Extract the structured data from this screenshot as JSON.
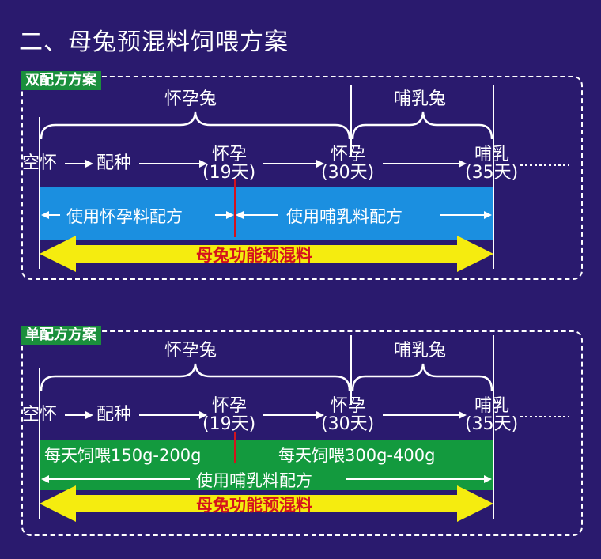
{
  "title": "二、母兔预混料饲喂方案",
  "panel1": {
    "tag": "双配方方案",
    "brace_pregnant": "怀孕兔",
    "brace_lactating": "哺乳兔",
    "stage_empty": "空怀",
    "stage_breeding": "配种",
    "stage_preg1": "怀孕",
    "stage_preg1_day": "(19天)",
    "stage_preg2": "怀孕",
    "stage_preg2_day": "(30天)",
    "stage_lact": "哺乳",
    "stage_lact_day": "(35天)",
    "use_preg": "使用怀孕料配方",
    "use_lact": "使用哺乳料配方",
    "premix": "母兔功能预混料"
  },
  "panel2": {
    "tag": "单配方方案",
    "brace_pregnant": "怀孕兔",
    "brace_lactating": "哺乳兔",
    "stage_empty": "空怀",
    "stage_breeding": "配种",
    "stage_preg1": "怀孕",
    "stage_preg1_day": "(19天)",
    "stage_preg2": "怀孕",
    "stage_preg2_day": "(30天)",
    "stage_lact": "哺乳",
    "stage_lact_day": "(35天)",
    "feed1": "每天饲喂150g-200g",
    "feed2": "每天饲喂300g-400g",
    "use_lact": "使用哺乳料配方",
    "premix": "母兔功能预混料"
  },
  "colors": {
    "background": "#2a1a6e",
    "blue_bar": "#1b8fe0",
    "green_bar": "#139a3e",
    "yellow_arrow": "#f5ec0f",
    "red_mark": "#d4131d",
    "tag_green": "#1a8f3c"
  }
}
